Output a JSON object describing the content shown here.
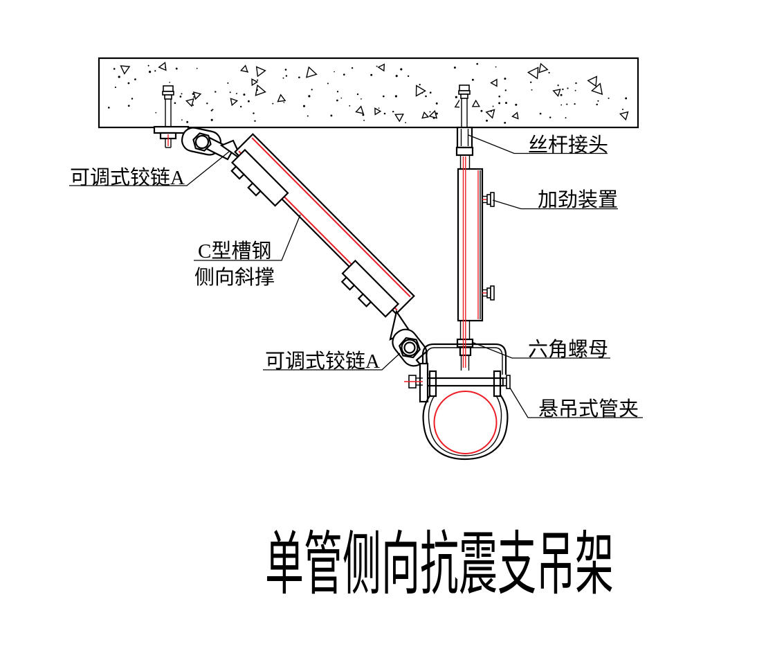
{
  "title": "单管侧向抗震支吊架",
  "labels": {
    "hinge_top": "可调式铰链A",
    "c_channel_line1": "C型槽钢",
    "c_channel_line2": "侧向斜撑",
    "hinge_bottom": "可调式铰链A",
    "rod_connector": "丝杆接头",
    "stiffener": "加劲装置",
    "hex_nut": "六角螺母",
    "pipe_clamp": "悬吊式管夹"
  },
  "colors": {
    "line": "#000000",
    "accent_red": "#ed1c24",
    "background": "#ffffff"
  }
}
